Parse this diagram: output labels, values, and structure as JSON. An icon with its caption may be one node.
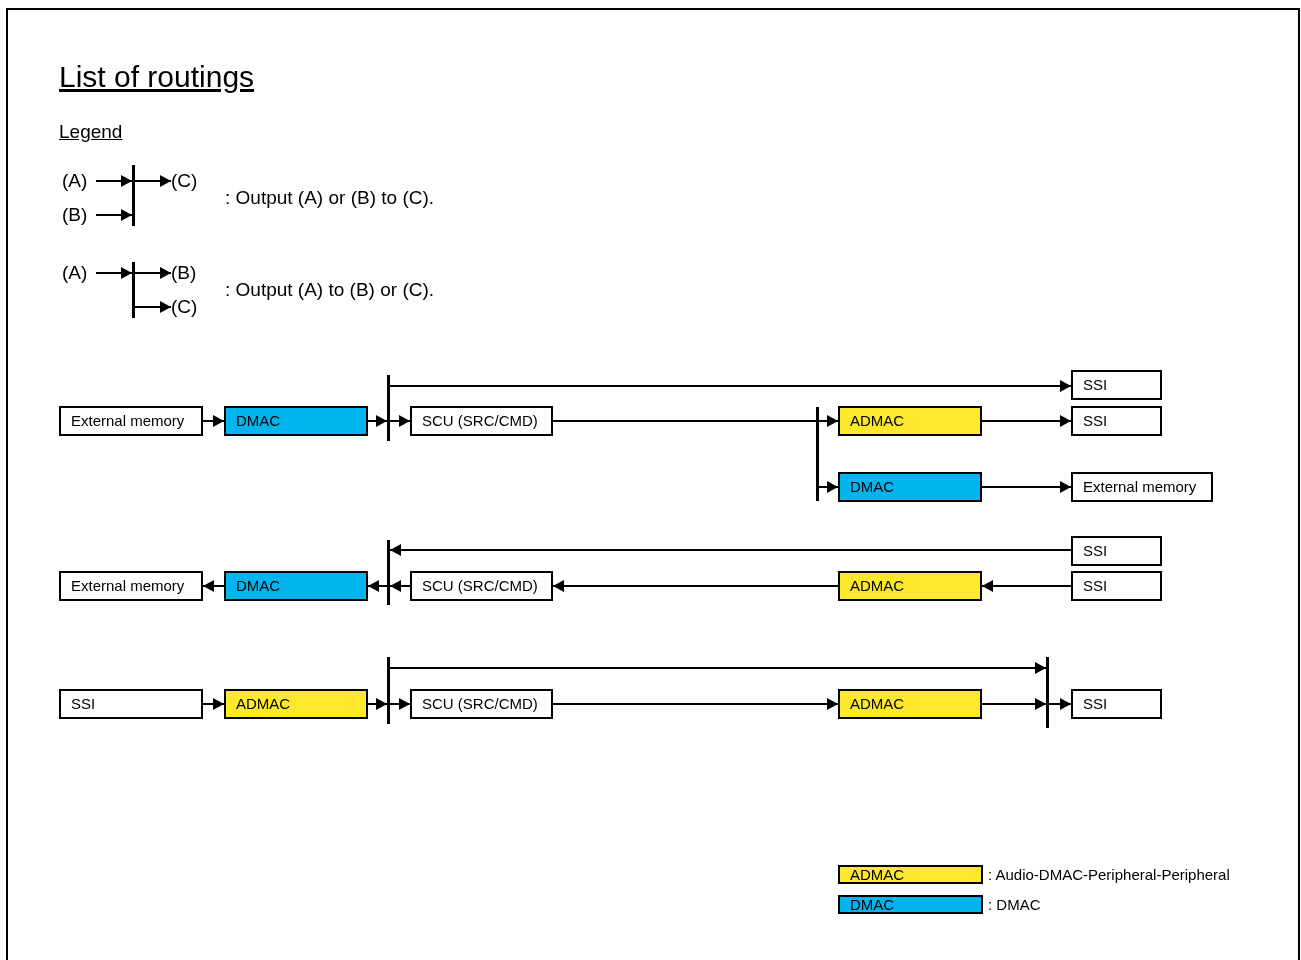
{
  "diagram": {
    "title": "List of routings",
    "nodes": [
      {
        "text": [
          "(A)"
        ]
      },
      {
        "text": [
          "(B)"
        ]
      },
      {
        "text": [],
        "shape": "bar"
      },
      {
        "text": [
          "(C)"
        ]
      },
      {
        "text": [
          "(A)"
        ]
      },
      {
        "text": [],
        "shape": "bar"
      },
      {
        "text": [
          "(B)"
        ]
      },
      {
        "text": [
          "(C)"
        ]
      },
      {
        "text": [
          "External memory"
        ]
      },
      {
        "text": [
          "DMAC"
        ]
      },
      {
        "text": [],
        "shape": "bar"
      },
      {
        "text": [
          "SCU (SRC/CMD)"
        ]
      },
      {
        "text": [],
        "shape": "bar"
      },
      {
        "text": [
          "SSI"
        ]
      },
      {
        "text": [
          "ADMAC"
        ]
      },
      {
        "text": [
          "SSI"
        ]
      },
      {
        "text": [
          "DMAC"
        ]
      },
      {
        "text": [
          "External memory"
        ]
      },
      {
        "text": [
          "External memory"
        ]
      },
      {
        "text": [
          "DMAC"
        ]
      },
      {
        "text": [],
        "shape": "bar"
      },
      {
        "text": [
          "SCU (SRC/CMD)"
        ]
      },
      {
        "text": [
          "ADMAC"
        ]
      },
      {
        "text": [
          "SSI"
        ]
      },
      {
        "text": [
          "SSI"
        ]
      },
      {
        "text": [
          "SSI"
        ]
      },
      {
        "text": [
          "ADMAC"
        ]
      },
      {
        "text": [],
        "shape": "bar"
      },
      {
        "text": [
          "SCU (SRC/CMD)"
        ]
      },
      {
        "text": [
          "ADMAC"
        ]
      },
      {
        "text": [],
        "shape": "bar"
      },
      {
        "text": [
          "SSI"
        ]
      }
    ],
    "edges": [
      {
        "from": 0,
        "to": 2,
        "arrow": "to"
      },
      {
        "from": 1,
        "to": 2,
        "arrow": "to"
      },
      {
        "from": 2,
        "to": 3,
        "arrow": "to"
      },
      {
        "from": 4,
        "to": 5,
        "arrow": "to"
      },
      {
        "from": 5,
        "to": 6,
        "arrow": "to"
      },
      {
        "from": 5,
        "to": 7,
        "arrow": "to"
      },
      {
        "from": 8,
        "to": 9,
        "arrow": "to"
      },
      {
        "from": 9,
        "to": 10,
        "arrow": "to"
      },
      {
        "from": 10,
        "to": 13,
        "arrow": "to"
      },
      {
        "from": 10,
        "to": 11,
        "arrow": "to"
      },
      {
        "from": 11,
        "to": 12,
        "arrow": "none"
      },
      {
        "from": 12,
        "to": 14,
        "arrow": "to"
      },
      {
        "from": 12,
        "to": 16,
        "arrow": "to"
      },
      {
        "from": 14,
        "to": 15,
        "arrow": "to"
      },
      {
        "from": 16,
        "to": 17,
        "arrow": "to"
      },
      {
        "from": 19,
        "to": 18,
        "arrow": "to"
      },
      {
        "from": 20,
        "to": 19,
        "arrow": "to"
      },
      {
        "from": 23,
        "to": 20,
        "arrow": "to"
      },
      {
        "from": 21,
        "to": 20,
        "arrow": "to"
      },
      {
        "from": 22,
        "to": 21,
        "arrow": "to"
      },
      {
        "from": 24,
        "to": 22,
        "arrow": "to"
      },
      {
        "from": 25,
        "to": 26,
        "arrow": "to"
      },
      {
        "from": 26,
        "to": 27,
        "arrow": "to"
      },
      {
        "from": 27,
        "to": 30,
        "arrow": "to"
      },
      {
        "from": 27,
        "to": 28,
        "arrow": "to"
      },
      {
        "from": 28,
        "to": 29,
        "arrow": "to"
      },
      {
        "from": 29,
        "to": 30,
        "arrow": "to"
      },
      {
        "from": 30,
        "to": 31,
        "arrow": "to"
      }
    ],
    "labels": [
      "Legend",
      ": Output (A) or (B) to (C).",
      ": Output (A) to (B) or (C).",
      "ADMAC",
      "DMAC"
    ],
    "legend": [
      {
        "text": ": Audio-DMAC-Peripheral-Peripheral",
        "color": "#fde82b"
      },
      {
        "text": ": DMAC",
        "color": "#00b4ee"
      }
    ]
  }
}
